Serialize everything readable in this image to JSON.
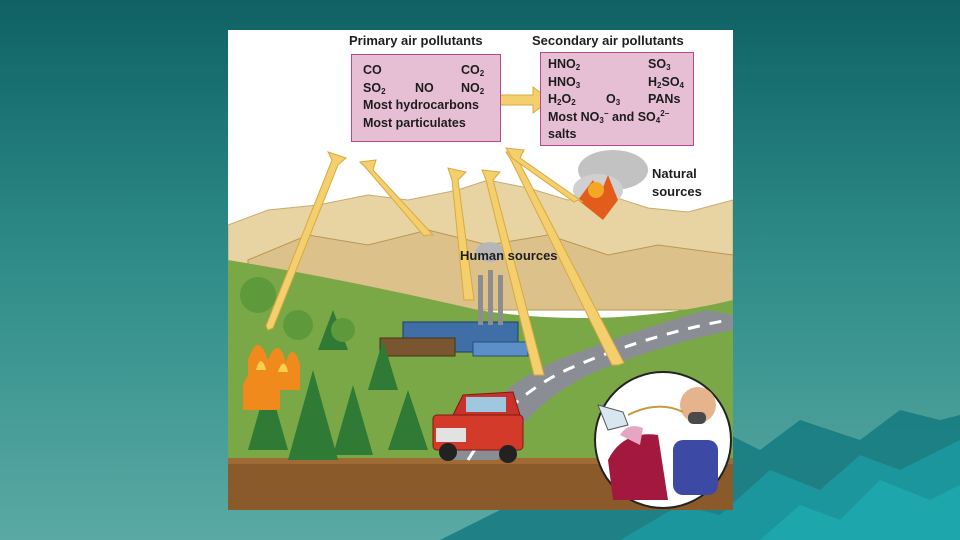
{
  "diagram": {
    "primary_heading": "Primary air pollutants",
    "secondary_heading": "Secondary air pollutants",
    "primary_pollutants": {
      "co": "CO",
      "co2": "CO",
      "co2_sub": "2",
      "so2": "SO",
      "so2_sub": "2",
      "no": "NO",
      "no2": "NO",
      "no2_sub": "2",
      "hydrocarbons": "Most hydrocarbons",
      "particulates": "Most particulates"
    },
    "secondary_pollutants": {
      "hno2": "HNO",
      "hno2_sub": "2",
      "so3": "SO",
      "so3_sub": "3",
      "hno3": "HNO",
      "hno3_sub": "3",
      "h2so4_a": "H",
      "h2so4_sub1": "2",
      "h2so4_b": "SO",
      "h2so4_sub2": "4",
      "h2o2_a": "H",
      "h2o2_sub1": "2",
      "h2o2_b": "O",
      "h2o2_sub2": "2",
      "o3": "O",
      "o3_sub": "3",
      "pans": "PANs",
      "most_no3_a": "Most NO",
      "most_no3_sub": "3",
      "most_no3_sup": "−",
      "and_so4": "and SO",
      "and_so4_sub": "4",
      "and_so4_sup": "2−",
      "salts": "salts"
    },
    "natural_sources_line1": "Natural",
    "natural_sources_line2": "sources",
    "human_sources": "Human sources"
  },
  "colors": {
    "background_top": "#0f6164",
    "background_bottom": "#5aa9a4",
    "pollutant_box_fill": "#e7bfd4",
    "pollutant_box_border": "#b54a8a",
    "arrow_fill": "#f3cf6e",
    "mountain": "#e6cf9b",
    "grass": "#74a342",
    "road": "#8c8f95",
    "car": "#d43a2a"
  }
}
